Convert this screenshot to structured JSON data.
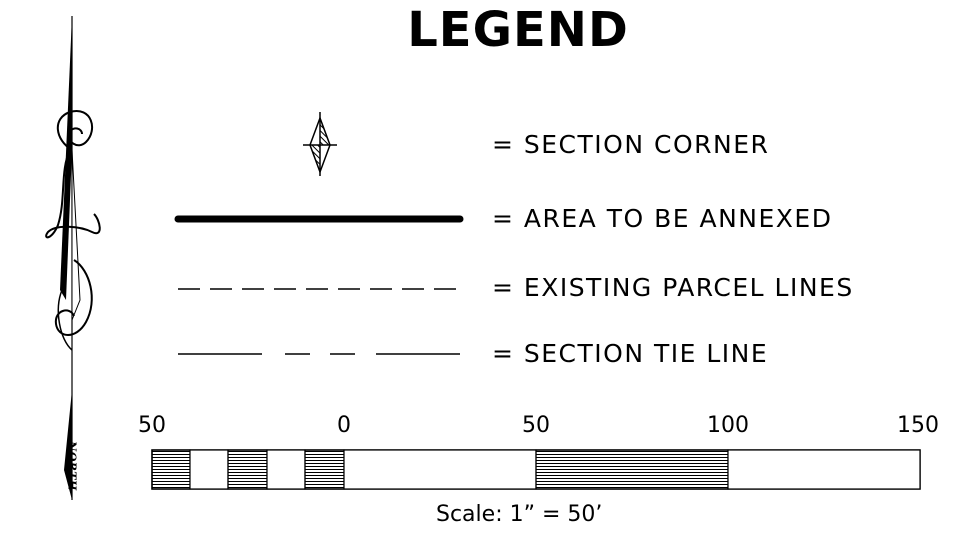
{
  "title": "LEGEND",
  "legend_items": [
    {
      "symbol": "section-corner",
      "text": "= SECTION CORNER"
    },
    {
      "symbol": "solid-heavy-line",
      "text": "= AREA TO BE ANNEXED"
    },
    {
      "symbol": "dashed-line",
      "text": "= EXISTING PARCEL LINES"
    },
    {
      "symbol": "long-short-dash-line",
      "text": "= SECTION TIE LINE"
    }
  ],
  "scale_bar": {
    "tick_labels": [
      "50",
      "0",
      "50",
      "100",
      "150"
    ],
    "caption": "Scale:  1”  =  50’"
  },
  "north_arrow": {
    "label": "NORTH"
  }
}
